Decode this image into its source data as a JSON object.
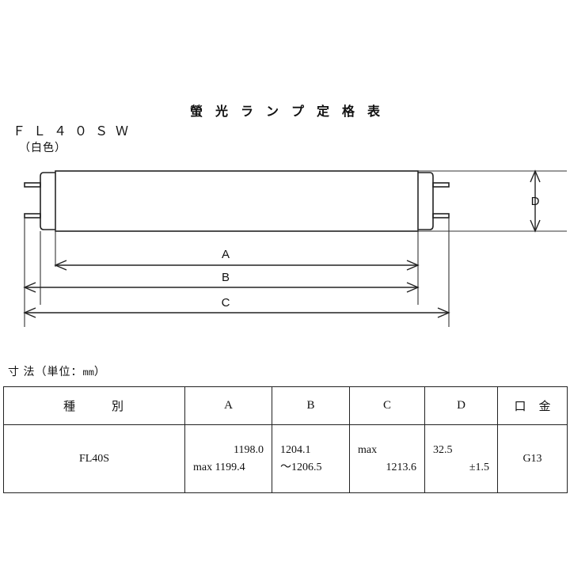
{
  "document": {
    "title": "螢 光 ラ ン プ 定 格 表",
    "model_name": "Ｆ Ｌ ４ ０ Ｓ Ｗ",
    "model_color": "（白色）",
    "dimension_caption_prefix": "寸 法（単位：",
    "dimension_caption_unit": "mm",
    "dimension_caption_suffix": "）"
  },
  "diagram": {
    "type": "fluorescent-lamp-side-view",
    "dimension_labels": {
      "a": "A",
      "b": "B",
      "c": "C",
      "d": "D"
    }
  },
  "table": {
    "headers": {
      "kind_left": "種",
      "kind_right": "別",
      "a": "A",
      "b": "B",
      "c": "C",
      "d": "D",
      "base_left": "口",
      "base_right": "金"
    },
    "rows": [
      {
        "kind": "FL40S",
        "a_line1": "1198.0",
        "a_line2": "max  1199.4",
        "b_line1": "1204.1",
        "b_line2": "～1206.5",
        "c_line1": "max",
        "c_line2": "1213.6",
        "d_line1": "32.5",
        "d_line2": "±1.5",
        "base": "G13"
      }
    ]
  },
  "colors": {
    "ink": "#111111",
    "line": "#222222",
    "background": "#ffffff"
  }
}
